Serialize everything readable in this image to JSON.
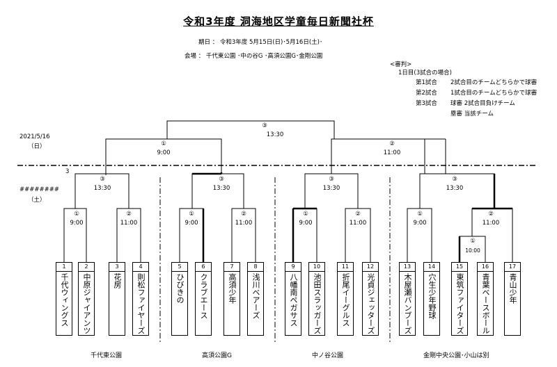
{
  "header": {
    "title": "令和3年度 洞海地区学童毎日新聞社杯",
    "date_line": "期日 ： 令和3年度 5月15日(日)･5月16日(土)･",
    "venue_line": "会場 ： 千代東公園 ･中の谷G ･高須公園G･金剛公園"
  },
  "referee": {
    "heading": "<審判>",
    "day1": "1日目(3試合の場合)",
    "rows": [
      {
        "game": "第1試合",
        "rule": "2試合目のチームどちらかで球審"
      },
      {
        "game": "第2試合",
        "rule": "1試合目のチームどちらかで球審"
      },
      {
        "game": "第3試合",
        "rule": "球審 2試合目負けチーム"
      },
      {
        "game": "",
        "rule": "塁審 当該チーム"
      }
    ]
  },
  "days": {
    "day2_date": "2021/5/16",
    "day2_weekday": "（日）",
    "day1_date": "########",
    "day1_weekday": "（土）",
    "marker": "3"
  },
  "matches": {
    "final": {
      "no": "③",
      "time": "13:30"
    },
    "semi_left": {
      "no": "①",
      "time": "9:00"
    },
    "semi_right": {
      "no": "②",
      "time": "11:00"
    },
    "g1": {
      "no": "③",
      "time": "13:30",
      "a": {
        "no": "①",
        "time": "9:00"
      },
      "b": {
        "no": "②",
        "time": "11:00"
      }
    },
    "g2": {
      "no": "③",
      "time": "13:30",
      "a": {
        "no": "①",
        "time": "9:00"
      },
      "b": {
        "no": "②",
        "time": "11:00"
      }
    },
    "g3": {
      "no": "③",
      "time": "13:30",
      "a": {
        "no": "①",
        "time": "9:00"
      },
      "b": {
        "no": "②",
        "time": "11:00"
      }
    },
    "g4": {
      "no": "③",
      "time": "13:30",
      "a": {
        "no": "①",
        "time": "9:00"
      },
      "b": {
        "no": "②",
        "time": "11:00"
      },
      "c": {
        "no": "①",
        "time": "10:00"
      }
    }
  },
  "teams": [
    {
      "no": "1",
      "name": "千代ウィングス"
    },
    {
      "no": "2",
      "name": "中原ジャイアンツ"
    },
    {
      "no": "3",
      "name": "花房"
    },
    {
      "no": "4",
      "name": "則松ファイヤーズ"
    },
    {
      "no": "5",
      "name": "ひびきの"
    },
    {
      "no": "6",
      "name": "クラブエース"
    },
    {
      "no": "7",
      "name": "高須少年"
    },
    {
      "no": "8",
      "name": "浅川ベアーズ"
    },
    {
      "no": "9",
      "name": "八幡南ペガサス"
    },
    {
      "no": "10",
      "name": "池田スラッガーズ"
    },
    {
      "no": "11",
      "name": "折尾イーグルス"
    },
    {
      "no": "12",
      "name": "光貞ジェッターズ"
    },
    {
      "no": "13",
      "name": "木屋瀬バンブーズ"
    },
    {
      "no": "14",
      "name": "穴生少年野球"
    },
    {
      "no": "15",
      "name": "東筑ファイターズ"
    },
    {
      "no": "16",
      "name": "青葉ベースボール"
    },
    {
      "no": "17",
      "name": "青山少年"
    }
  ],
  "venues": {
    "g1": "千代東公園",
    "g2": "高須公園G",
    "g3": "中ノ谷公園",
    "g4": "金剛中央公園･小山は別"
  }
}
